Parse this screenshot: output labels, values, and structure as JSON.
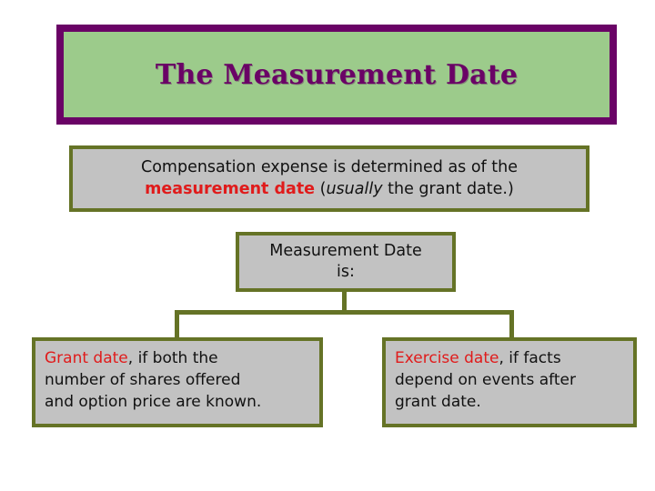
{
  "slide": {
    "title": "The Measurement Date",
    "title_bg_color": "#9ccb8b",
    "title_border_color": "#6a0366",
    "title_text_color": "#6a0366",
    "box_bg_color": "#c2c2c2",
    "box_border_color": "#657326",
    "accent_color": "#e01b1b"
  },
  "compensation": {
    "line1": "Compensation expense is determined as of the",
    "line2_emphasis": "measurement date",
    "line2_open_paren": " (",
    "line2_italic": "usually",
    "line2_tail": " the grant date.)"
  },
  "measurement_date": {
    "line1": "Measurement Date",
    "line2": "is:"
  },
  "leaves": [
    {
      "emphasis": "Grant date",
      "line1_tail": ", if both the",
      "line2": "number of shares offered",
      "line3": "and option price are known."
    },
    {
      "emphasis": "Exercise date",
      "line1_tail": ", if facts",
      "line2": "depend on events after",
      "line3": "grant date."
    }
  ]
}
